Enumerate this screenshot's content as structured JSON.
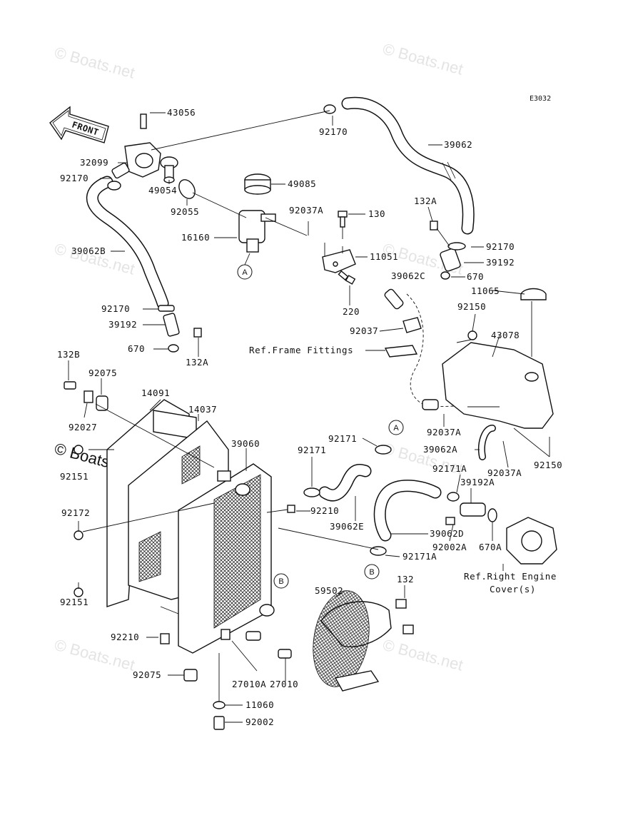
{
  "diagram_code": "E3032",
  "front_arrow_label": "FRONT",
  "watermarks": [
    "© Boats.net",
    "© Boats.net",
    "© Boats.net",
    "© Boats.net",
    "© Boats.net",
    "© Boats.net",
    "© Boats.net"
  ],
  "watermark_dark": "© Boats.net",
  "callouts": {
    "A_top": "A",
    "A_mid": "A",
    "B_left": "B",
    "B_right": "B"
  },
  "ref_labels": {
    "frame_fittings": "Ref.Frame Fittings",
    "engine_cover_line1": "Ref.Right Engine",
    "engine_cover_line2": "Cover(s)"
  },
  "part_numbers": {
    "p43056": "43056",
    "p32099": "32099",
    "p92170_a": "92170",
    "p49054": "49054",
    "p92055": "92055",
    "p92170_b": "92170",
    "p39062": "39062",
    "p49085": "49085",
    "p92037A_a": "92037A",
    "p130": "130",
    "p16160": "16160",
    "p11051": "11051",
    "p39062B": "39062B",
    "p132A_a": "132A",
    "p92170_c": "92170",
    "p39192_a": "39192",
    "p670_a": "670",
    "p39062C": "39062C",
    "p11065": "11065",
    "p92170_d": "92170",
    "p39192_b": "39192",
    "p670_b": "670",
    "p132A_b": "132A",
    "p220": "220",
    "p92037": "92037",
    "p92150_a": "92150",
    "p43078": "43078",
    "p132B": "132B",
    "p92075_a": "92075",
    "p14091": "14091",
    "p14037": "14037",
    "p92027": "92027",
    "p92037A_b": "92037A",
    "p39060": "39060",
    "p92171_a": "92171",
    "p92171_b": "92171",
    "p39062A": "39062A",
    "p92037A_c": "92037A",
    "p92150_b": "92150",
    "p92151_a": "92151",
    "p92171A_a": "92171A",
    "p39192A": "39192A",
    "p92210_a": "92210",
    "p92172": "92172",
    "p39062E": "39062E",
    "p39062D": "39062D",
    "p92002A": "92002A",
    "p670A": "670A",
    "p92171A_b": "92171A",
    "p132": "132",
    "p59502": "59502",
    "p92151_b": "92151",
    "p92210_b": "92210",
    "p92075_b": "92075",
    "p27010A": "27010A",
    "p27010": "27010",
    "p11060": "11060",
    "p92002": "92002"
  }
}
